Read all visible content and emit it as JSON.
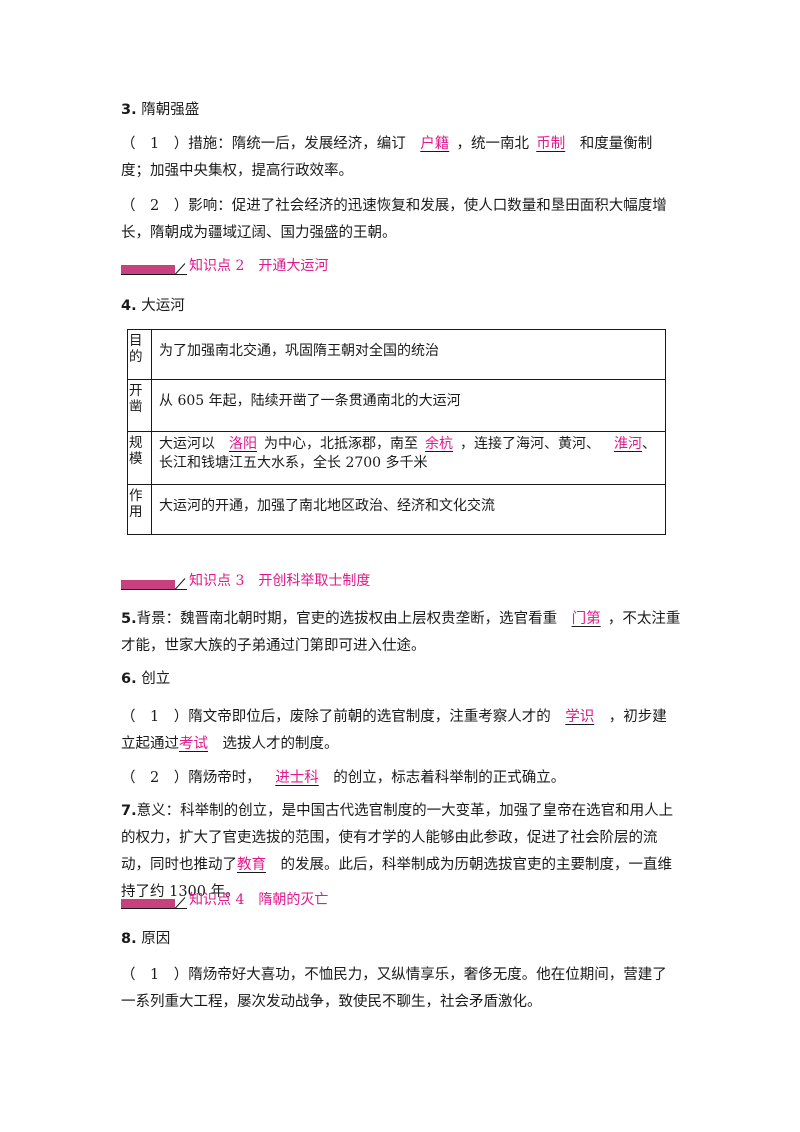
{
  "s3": {
    "num": "3.",
    "title": "隋朝强盛",
    "p1_a": "（　1　）措施：隋统一后，发展经济，编订",
    "p1_ans1": "户籍",
    "p1_b": "，统一南北",
    "p1_ans2": "币制",
    "p1_c": "和度量衡制度；加强中央集权，提高行政效率。",
    "p2": "（　2　）影响：促进了社会经济的迅速恢复和发展，使人口数量和垦田面积大幅度增长，隋朝成为疆域辽阔、国力强盛的王朝。"
  },
  "kp2": {
    "label": "知识点 2　开通大运河"
  },
  "s4": {
    "num": "4.",
    "title": "大运河",
    "rows": [
      {
        "key": "目的",
        "text": "为了加强南北交通，巩固隋王朝对全国的统治"
      },
      {
        "key": "开凿",
        "text": "从 605 年起，陆续开凿了一条贯通南北的大运河"
      },
      {
        "key": "规模",
        "a": "大运河以",
        "ans1": "洛阳",
        "b": "为中心，北抵涿郡，南至",
        "ans2": "余杭",
        "c": "，连接了海河、黄河、",
        "ans3": "淮河",
        "d": "、长江和钱塘江五大水系，全长 2700 多千米"
      },
      {
        "key": "作用",
        "text": "大运河的开通，加强了南北地区政治、经济和文化交流"
      }
    ]
  },
  "kp3": {
    "label": "知识点 3　开创科举取士制度"
  },
  "s5": {
    "num": "5.",
    "a": "背景：魏晋南北朝时期，官吏的选拔权由上层权贵垄断，选官看重",
    "ans": "门第",
    "b": "，不太注重才能，世家大族的子弟通过门第即可进入仕途。"
  },
  "s6": {
    "num": "6.",
    "title": "创立",
    "p1_a": "（　1　）隋文帝即位后，废除了前朝的选官制度，注重考察人才的",
    "p1_ans1": "学识",
    "p1_b": "，初步建立起通过",
    "p1_ans2": "考试",
    "p1_c": "选拔人才的制度。",
    "p2_a": "（　2　）隋炀帝时，",
    "p2_ans": "进士科",
    "p2_b": "的创立，标志着科举制的正式确立。"
  },
  "s7": {
    "num": "7.",
    "a": "意义：科举制的创立，是中国古代选官制度的一大变革，加强了皇帝在选官和用人上的权力，扩大了官吏选拔的范围，使有才学的人能够由此参政，促进了社会阶层的流动，同时也推动了",
    "ans": "教育",
    "b": "的发展。此后，科举制成为历朝选拔官吏的主要制度，一直维持了约 1300 年。"
  },
  "kp4": {
    "label": "知识点 4　隋朝的灭亡"
  },
  "s8": {
    "num": "8.",
    "title": "原因",
    "p1": "（　1　）隋炀帝好大喜功，不恤民力，又纵情享乐，奢侈无度。他在位期间，营建了一系列重大工程，屡次发动战争，致使民不聊生，社会矛盾激化。"
  },
  "colors": {
    "answer": "#e0198c",
    "band": "#c9407e"
  }
}
